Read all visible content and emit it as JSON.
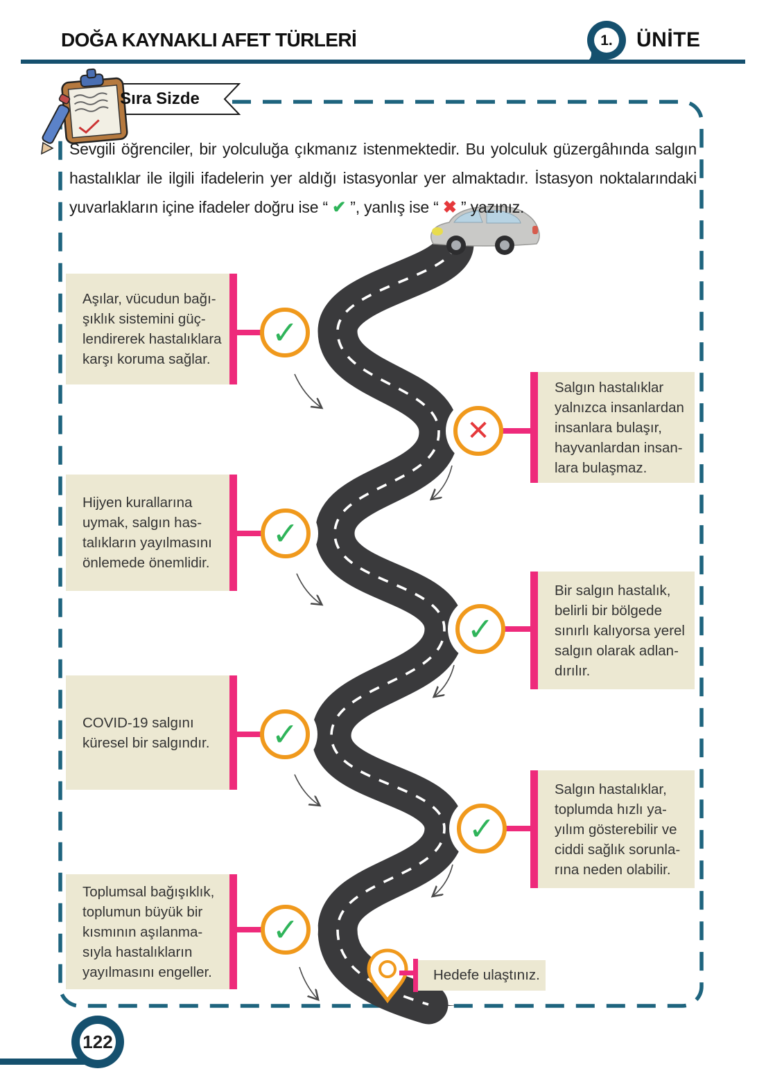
{
  "header": {
    "title": "DOĞA KAYNAKLI AFET TÜRLERİ",
    "unit_number": "1.",
    "unit_label": "ÜNİTE"
  },
  "banner": {
    "label": "Sıra Sizde"
  },
  "instruction": {
    "part1": "Sevgili öğrenciler, bir yolculuğa çıkmanız istenmektedir. Bu yolculuk güzergâhında salgın hastalıklar ile ilgili ifadelerin yer aldığı istasyonlar yer almaktadır. İstasyon noktalarındaki yuvarlakların içine ifadeler doğru ise “ ",
    "check_icon": "✔",
    "part2": " ”, yanlış ise “ ",
    "cross_icon": "✖",
    "part3": " ” yazınız."
  },
  "stations": [
    {
      "side": "left",
      "answer": "correct",
      "mark": "✓",
      "text": "Aşılar, vücudun bağı-\nşıklık sistemini güç-\nlendirerek hastalıklara\nkarşı koruma sağlar."
    },
    {
      "side": "right",
      "answer": "wrong",
      "mark": "✕",
      "text": "Salgın hastalıklar\nyalnızca insanlardan\ninsanlara bulaşır,\nhayvanlardan insan-\nlara bulaşmaz."
    },
    {
      "side": "left",
      "answer": "correct",
      "mark": "✓",
      "text": "Hijyen kurallarına\nuymak, salgın has-\ntalıkların yayılmasını\nönlemede önemlidir."
    },
    {
      "side": "right",
      "answer": "correct",
      "mark": "✓",
      "text": "Bir salgın hastalık,\nbelirli bir bölgede\nsınırlı kalıyorsa yerel\nsalgın olarak adlan-\ndırılır."
    },
    {
      "side": "left",
      "answer": "correct",
      "mark": "✓",
      "text": "COVID-19 salgını\nküresel bir salgındır."
    },
    {
      "side": "right",
      "answer": "correct",
      "mark": "✓",
      "text": "Salgın hastalıklar,\ntoplumda hızlı ya-\nyılım gösterebilir ve\nciddi sağlık sorunla-\nrına neden olabilir."
    },
    {
      "side": "left",
      "answer": "correct",
      "mark": "✓",
      "text": "Toplumsal bağışıklık,\ntoplumun büyük bir\nkısmının aşılanma-\nsıyla hastalıkların\nyayılmasını engeller."
    }
  ],
  "goal": {
    "label": "Hedefe ulaştınız."
  },
  "footer": {
    "page_number": "122"
  },
  "colors": {
    "accent_pink": "#EE2A7B",
    "accent_teal": "#15506E",
    "border_teal": "#1E647E",
    "box_beige": "#ECE8D2",
    "circle_orange": "#F0991C",
    "check_green": "#2FB45A",
    "cross_red": "#E5383B",
    "road": "#3A3A3C"
  }
}
